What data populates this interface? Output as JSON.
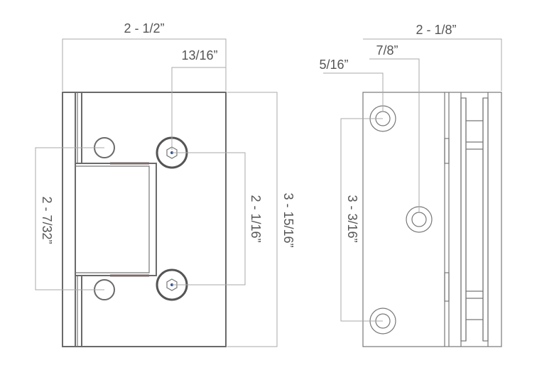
{
  "front_view": {
    "width_label": "2 - 1/2”",
    "screw_offset_label": "13/16”",
    "hole_spacing_label": "2 - 7/32”",
    "screw_spacing_label": "2 - 1/16”",
    "height_label": "3 - 15/16”"
  },
  "side_view": {
    "width_label": "2 - 1/8”",
    "center_hole_offset_label": "7/8”",
    "edge_hole_offset_label": "5/16”",
    "hole_spacing_label": "3 - 3/16”"
  },
  "colors": {
    "line": "#6a6a6a",
    "dimension": "#a8a8a8",
    "text": "#555555",
    "screw_center": "#2a4f9a"
  }
}
